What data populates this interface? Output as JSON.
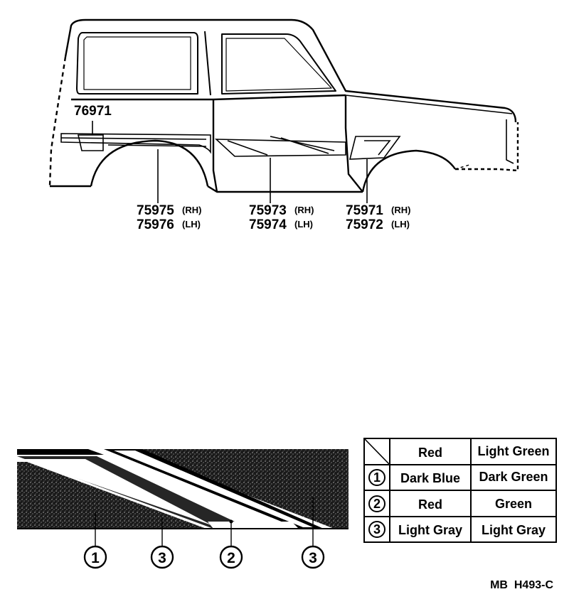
{
  "part_labels": {
    "p76971": "76971",
    "rear": {
      "rh": "75975",
      "rh_tag": "(RH)",
      "lh": "75976",
      "lh_tag": "(LH)"
    },
    "door": {
      "rh": "75973",
      "rh_tag": "(RH)",
      "lh": "75974",
      "lh_tag": "(LH)"
    },
    "front": {
      "rh": "75971",
      "rh_tag": "(RH)",
      "lh": "75972",
      "lh_tag": "(LH)"
    }
  },
  "callouts": [
    "1",
    "3",
    "2",
    "3"
  ],
  "color_table": {
    "header": [
      "Red",
      "Light Green"
    ],
    "rows": [
      {
        "num": "1",
        "a": "Dark Blue",
        "b": "Dark Green"
      },
      {
        "num": "2",
        "a": "Red",
        "b": "Green"
      },
      {
        "num": "3",
        "a": "Light Gray",
        "b": "Light Gray"
      }
    ]
  },
  "reference": "MB  H493-C"
}
